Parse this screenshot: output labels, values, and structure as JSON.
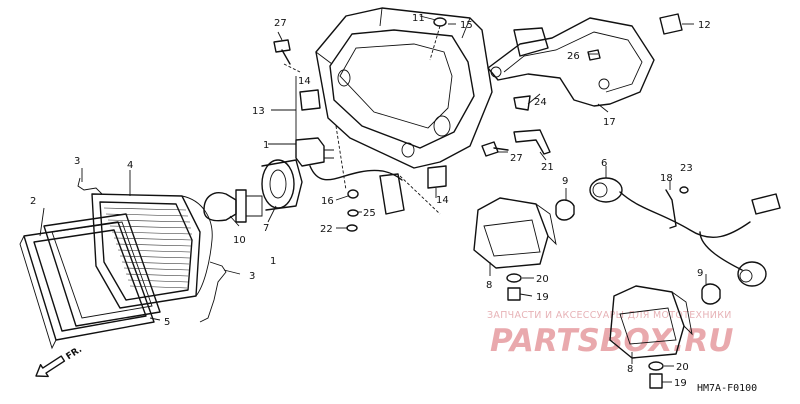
{
  "diagram": {
    "part_numbers": [
      "1",
      "2",
      "3",
      "3",
      "4",
      "5",
      "6",
      "7",
      "8",
      "8",
      "9",
      "9",
      "10",
      "11",
      "12",
      "13",
      "14",
      "14",
      "15",
      "16",
      "17",
      "18",
      "19",
      "19",
      "20",
      "20",
      "21",
      "22",
      "23",
      "24",
      "25",
      "26",
      "27",
      "27"
    ],
    "watermark_line1": "ЗАПЧАСТИ И АКСЕССУАРЫ ДЛЯ МОТОТЕХНИКИ",
    "watermark_line2": "PARTSBOX.RU",
    "diagram_code": "HM7A-F0100",
    "direction_label": "FR."
  },
  "colors": {
    "line": "#111111",
    "watermark": "#e9a9ad",
    "background": "#ffffff"
  }
}
